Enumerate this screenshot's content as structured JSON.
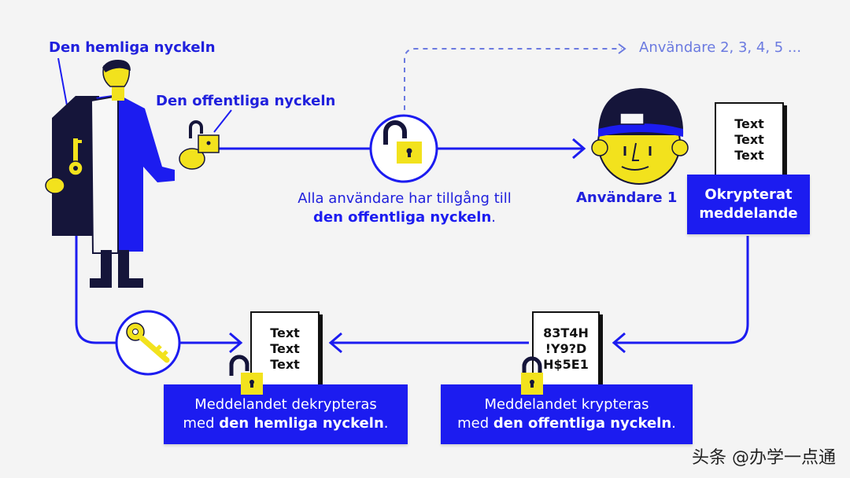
{
  "labels": {
    "secret_key": "Den hemliga nyckeln",
    "public_key": "Den offentliga nyckeln",
    "other_users": "Användare 2, 3, 4, 5 ...",
    "user1": "Användare 1"
  },
  "center_note": {
    "line1": "Alla användare har tillgång till",
    "line2_bold": "den offentliga nyckeln",
    "line2_tail": "."
  },
  "papers": {
    "unencrypted": [
      "Text",
      "Text",
      "Text"
    ],
    "encrypted": [
      "83T4H",
      "!Y9?D",
      "H$5E1"
    ],
    "decrypted": [
      "Text",
      "Text",
      "Text"
    ]
  },
  "boxes": {
    "unencrypted": {
      "line1": "Okrypterat",
      "line2": "meddelande"
    },
    "encrypt": {
      "line1": "Meddelandet krypteras",
      "line2_pre": "med ",
      "line2_bold": "den offentliga nyckeln",
      "line2_tail": "."
    },
    "decrypt": {
      "line1": "Meddelandet dekrypteras",
      "line2_pre": "med ",
      "line2_bold": "den hemliga nyckeln",
      "line2_tail": "."
    }
  },
  "icons": [
    "person-icon",
    "padlock-icon",
    "key-icon",
    "user-avatar-icon"
  ],
  "colors": {
    "blue": "#1c1cf0",
    "yellow": "#f2e21d",
    "navy": "#15153a",
    "background": "#f4f4f4"
  },
  "watermark": "头条 @办学一点通"
}
